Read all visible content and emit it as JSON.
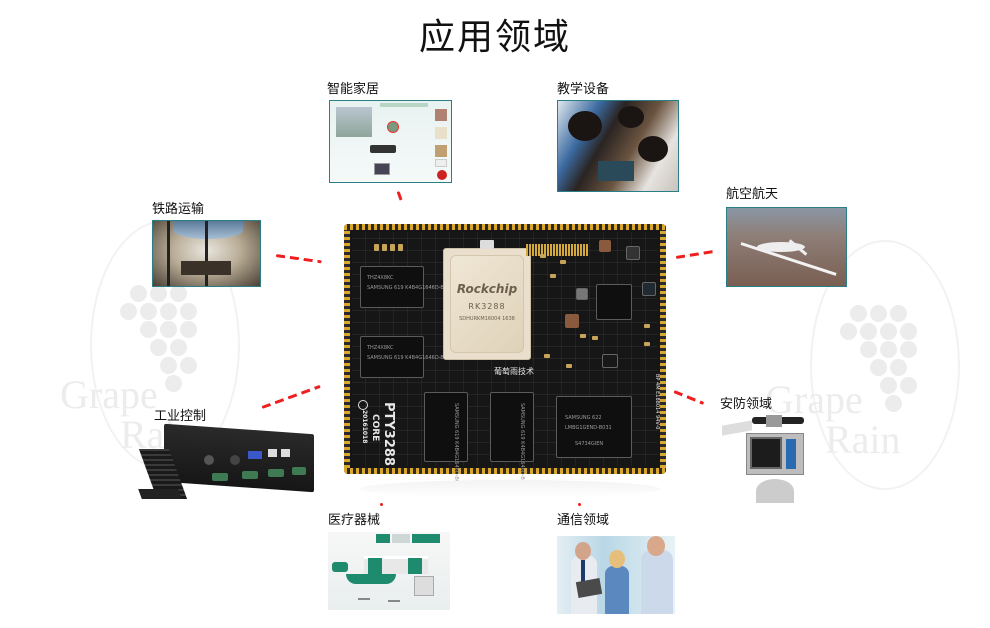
{
  "page": {
    "title": "应用领域"
  },
  "watermark": {
    "line1": "Grape",
    "line2": "Rain"
  },
  "board": {
    "soc_brand": "Rockchip",
    "soc_model": "RK3288",
    "soc_code": "SDHURKM16004 1638",
    "company_label": "葡萄雨技术",
    "module_name": "PTY3288",
    "module_sub": "CORE",
    "module_date": "20161018",
    "ram_chip_text": "SAMSUNG 619 K4B4G1646D-BCK0",
    "ram_chip_code": "THZ4X8KC",
    "emmc_brand": "SAMSUNG 622",
    "emmc_model": "LMBG1GEND-B031",
    "emmc_code": "S4734GIEN",
    "side_text": "BP 4M E188014 94V-0"
  },
  "applications": [
    {
      "id": "smart-home",
      "label": "智能家居",
      "image": "smart-home-diagram"
    },
    {
      "id": "education",
      "label": "教学设备",
      "image": "students-with-boards"
    },
    {
      "id": "railway",
      "label": "铁路运输",
      "image": "train-cockpit"
    },
    {
      "id": "aerospace",
      "label": "航空航天",
      "image": "drone-in-flight"
    },
    {
      "id": "industrial",
      "label": "工业控制",
      "image": "industrial-box-pc"
    },
    {
      "id": "security",
      "label": "安防领域",
      "image": "surveillance-camera"
    },
    {
      "id": "medical",
      "label": "医疗器械",
      "image": "dental-equipment"
    },
    {
      "id": "telecom",
      "label": "通信领域",
      "image": "people-with-devices"
    }
  ],
  "colors": {
    "connector": "#ee1f1f",
    "image_border": "#2a7f86",
    "board_gold": "#d9a62e",
    "board_black": "#161616"
  }
}
